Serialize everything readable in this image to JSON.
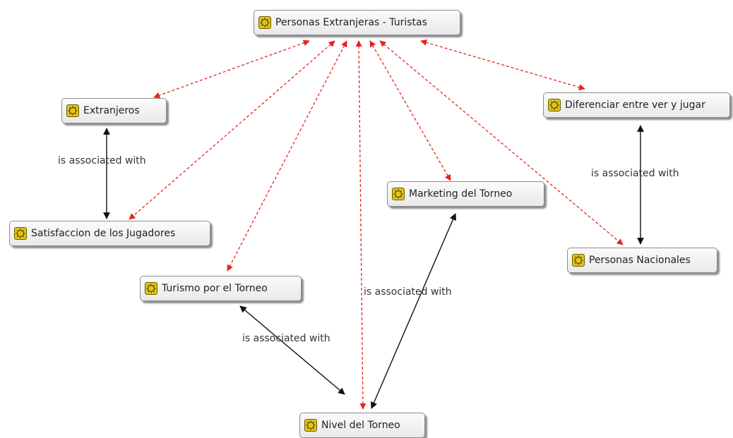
{
  "nodes": {
    "personas_extranjeras_turistas": "Personas Extranjeras - Turistas",
    "extranjeros": "Extranjeros",
    "diferenciar": "Diferenciar entre ver y jugar",
    "marketing": "Marketing del Torneo",
    "satisfaccion": "Satisfaccion de los Jugadores",
    "personas_nacionales": "Personas Nacionales",
    "turismo": "Turismo por el Torneo",
    "nivel": "Nivel del Torneo"
  },
  "edge_labels": {
    "extranjeros_satisfaccion": "is associated with",
    "diferenciar_nacionales": "is associated with",
    "marketing_nivel": "is associated with",
    "turismo_nivel": "is associated with"
  },
  "colors": {
    "dashed_edge": "#e8231b",
    "solid_edge": "#111111",
    "icon_fill": "#e0c51a"
  }
}
